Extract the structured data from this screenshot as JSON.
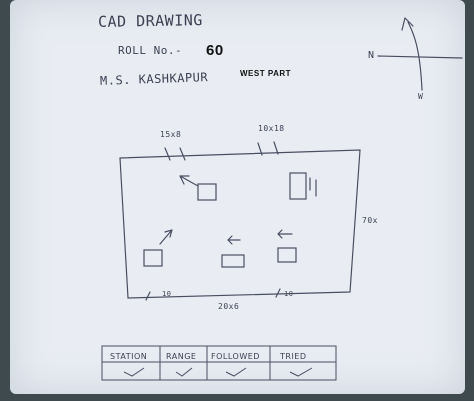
{
  "sheet": {
    "title": "CAD DRAWING",
    "roll_label": "ROLL No.-",
    "roll_value": "60",
    "name": "M.S. KASHKAPUR",
    "part": "WEST PART"
  },
  "drawing": {
    "top_dim_left": "15x8",
    "top_dim_right": "10x18",
    "right_dim": "70x",
    "bottom_dim": "20x6",
    "bottom_left_mark": "10",
    "bottom_right_mark": "10",
    "north_label": "N",
    "arrow_down_label": "W"
  },
  "table": {
    "headers": [
      "STATION",
      "RANGE",
      "FOLLOWED",
      "TRIED"
    ]
  },
  "colors": {
    "ink": "#3c3f52",
    "paper": "#e9edf3",
    "background": "#3f4a4e"
  }
}
